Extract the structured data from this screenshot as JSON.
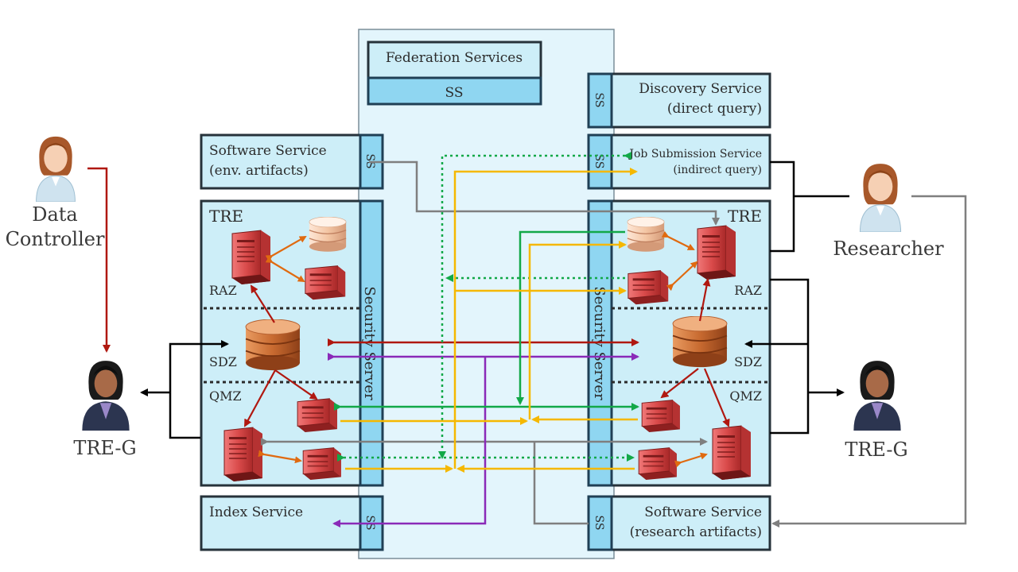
{
  "federation": {
    "title": "Federation Services",
    "ss": "SS"
  },
  "left": {
    "software_service": {
      "line1": "Software Service",
      "line2": "(env. artifacts)",
      "ss": "SS"
    },
    "tre": {
      "title": "TRE",
      "raz": "RAZ",
      "sdz": "SDZ",
      "qmz": "QMZ",
      "security_server": "Security Server"
    },
    "index_service": {
      "title": "Index Service",
      "ss": "SS"
    }
  },
  "right": {
    "discovery_service": {
      "line1": "Discovery Service",
      "line2": "(direct query)",
      "ss": "SS"
    },
    "job_submission": {
      "line1": "Job Submission Service",
      "line2": "(indirect query)",
      "ss": "SS"
    },
    "tre": {
      "title": "TRE",
      "raz": "RAZ",
      "sdz": "SDZ",
      "qmz": "QMZ",
      "security_server": "Security Server"
    },
    "software_service": {
      "line1": "Software Service",
      "line2": "(research artifacts)",
      "ss": "SS"
    }
  },
  "people": {
    "data_controller_line1": "Data",
    "data_controller_line2": "Controller",
    "researcher": "Researcher",
    "tre_g_left": "TRE-G",
    "tre_g_right": "TRE-G"
  },
  "colors": {
    "red_flow": "#b01810",
    "purple_flow": "#8a2ab8",
    "green_flow": "#12a848",
    "yellow_flow": "#f5b800",
    "orange_flow": "#e06a10",
    "gray_flow": "#7f7f7f",
    "black_flow": "#000000",
    "box_fill": "#cdeef8",
    "ss_fill": "#8fd6f1"
  }
}
